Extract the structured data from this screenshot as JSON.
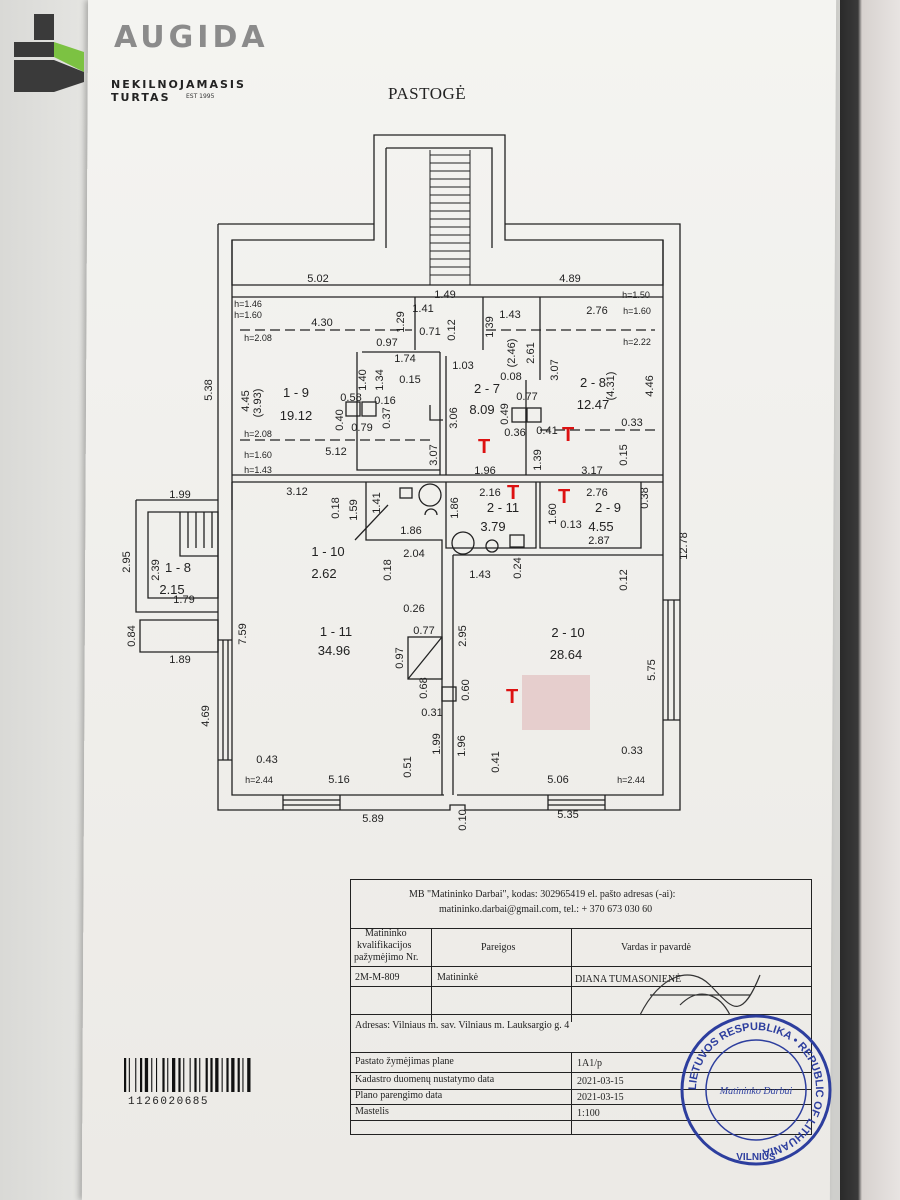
{
  "logo": {
    "brand": "AUGIDA",
    "subtitle": "NEKILNOJAMASIS TURTAS",
    "est": "EST 1995",
    "colors": {
      "green": "#7cc242",
      "dark": "#3a3a3a"
    }
  },
  "plan": {
    "title": "PASTOGĖ",
    "rooms": [
      {
        "id": "1 - 9",
        "area": "19.12"
      },
      {
        "id": "2 - 7",
        "area": "8.09"
      },
      {
        "id": "2 - 8",
        "area": "12.47"
      },
      {
        "id": "1 - 10",
        "area": "2.62"
      },
      {
        "id": "2 - 11",
        "area": "3.79"
      },
      {
        "id": "2 - 9",
        "area": "4.55"
      },
      {
        "id": "1 - 8",
        "area": "2.15"
      },
      {
        "id": "1 - 11",
        "area": "34.96"
      },
      {
        "id": "2 - 10",
        "area": "28.64"
      }
    ],
    "dimensions": [
      "5.02",
      "4.89",
      "1.49",
      "h=1.46",
      "h=1.60",
      "h=2.08",
      "4.30",
      "1.29",
      "1.41",
      "0.71",
      "0.12",
      "1.39",
      "1.43",
      "h=1.50",
      "2.76",
      "h=1.60",
      "h=2.22",
      "0.97",
      "1.74",
      "1.03",
      "(2.46)",
      "2.61",
      "3.07",
      "5.38",
      "4.45",
      "(3.93)",
      "1.40",
      "1.34",
      "0.15",
      "0.08",
      "(4.31)",
      "4.46",
      "0.58",
      "0.40",
      "0.16",
      "0.79",
      "0.37",
      "0.49",
      "0.77",
      "3.06",
      "0.41",
      "0.36",
      "0.33",
      "h=2.08",
      "h=1.60",
      "h=1.43",
      "5.12",
      "3.07",
      "1.39",
      "0.15",
      "1.96",
      "3.17",
      "3.12",
      "1.99",
      "0.18",
      "1.59",
      "1.41",
      "1.86",
      "2.16",
      "2.76",
      "0.38",
      "1.86",
      "1.60",
      "0.13",
      "12.78",
      "2.95",
      "2.39",
      "2.04",
      "0.18",
      "2.87",
      "1.43",
      "0.24",
      "0.12",
      "1.79",
      "0.84",
      "1.89",
      "7.59",
      "0.26",
      "0.77",
      "2.95",
      "5.75",
      "0.97",
      "0.68",
      "0.60",
      "0.31",
      "4.69",
      "1.99",
      "1.96",
      "0.43",
      "0.41",
      "0.33",
      "h=2.44",
      "5.16",
      "0.51",
      "5.06",
      "h=2.44",
      "5.89",
      "0.10",
      "5.35"
    ],
    "red_marks": [
      "T",
      "T",
      "T",
      "T",
      "T"
    ]
  },
  "table": {
    "company": "MB \"Matininko Darbai\", kodas: 302965419 el. pašto adresas (-ai):",
    "contacts": "matininko.darbai@gmail.com, tel.: + 370 673 030 60",
    "col1": [
      "Matininko",
      "kvalifikacijos",
      "pažymėjimo Nr."
    ],
    "col2": "Pareigos",
    "col3": "Vardas ir pavardė",
    "cert": "2M-M-809",
    "role": "Matininkė",
    "name": "DIANA TUMASONIENĖ",
    "address": "Adresas: Vilniaus m. sav. Vilniaus m. Lauksargio g. 4",
    "rows": [
      {
        "label": "Pastato žymėjimas plane",
        "value": "1A1/p"
      },
      {
        "label": "Kadastro duomenų nustatymo data",
        "value": "2021-03-15"
      },
      {
        "label": "Plano parengimo data",
        "value": "2021-03-15"
      },
      {
        "label": "Mastelis",
        "value": "1:100"
      }
    ]
  },
  "barcode": "1126020685",
  "stamp": {
    "outer": "LIETUVOS RESPUBLIKA • REPUBLIC OF LITHUANIA",
    "bottom": "VILNIUS",
    "center": "Matininko Darbai",
    "color": "#2d3e9e"
  }
}
